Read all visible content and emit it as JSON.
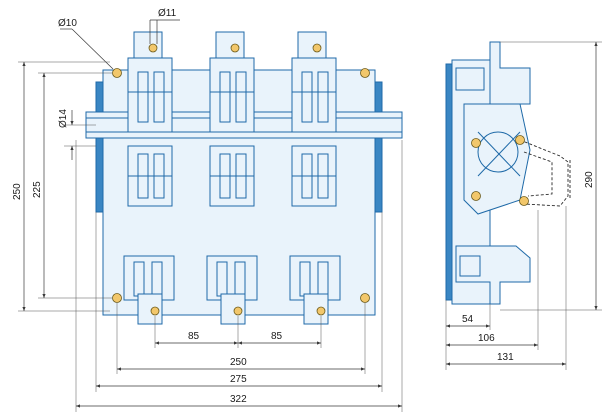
{
  "colors": {
    "part_stroke": "#1f6aa8",
    "part_fill": "#e9f3fb",
    "part_accent": "#3a86c3",
    "hole_fill": "#f2c76b",
    "dimension": "#1a1a1a"
  },
  "front_view": {
    "hole_d10": "Ø10",
    "hole_d11": "Ø11",
    "hole_d14": "Ø14",
    "height_250": "250",
    "height_225": "225",
    "pitch_left": "85",
    "pitch_right": "85",
    "width_250": "250",
    "width_275": "275",
    "width_322": "322"
  },
  "side_view": {
    "height_290": "290",
    "depth_54": "54",
    "depth_106": "106",
    "depth_131": "131"
  }
}
